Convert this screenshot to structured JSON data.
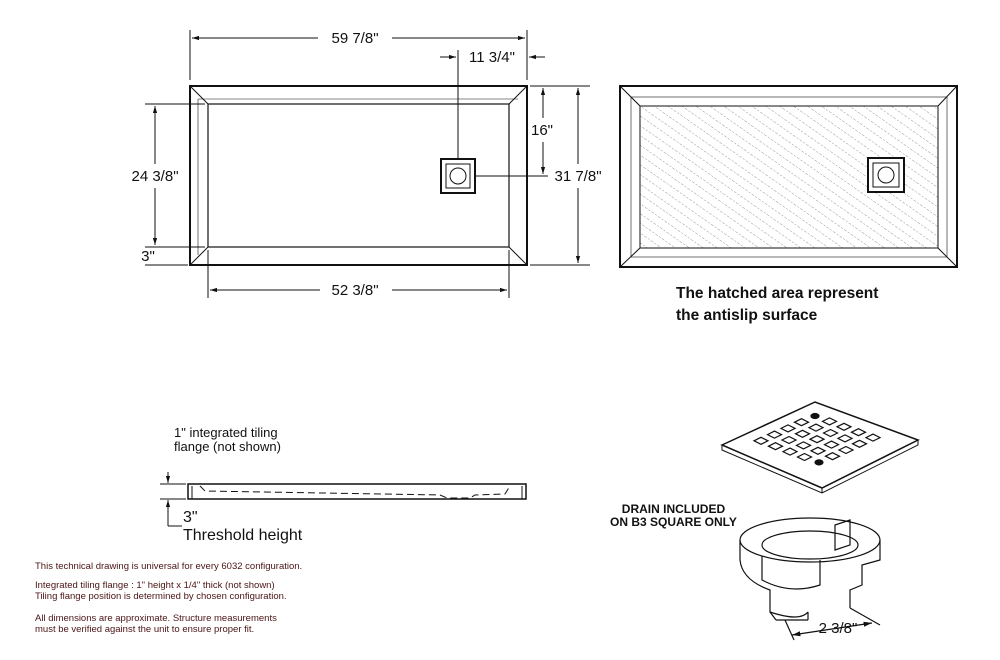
{
  "top_view": {
    "overall_length": "59 7/8\"",
    "drain_offset": "11 3/4\"",
    "drain_from_top": "16\"",
    "overall_width": "31 7/8\"",
    "inner_width": "24 3/8\"",
    "threshold": "3\"",
    "inner_length": "52 3/8\""
  },
  "hatched_view": {
    "caption_line1": "The hatched area represent",
    "caption_line2": "the antislip surface"
  },
  "side_view": {
    "flange_label_line1": "1\" integrated tiling",
    "flange_label_line2": "flange (not shown)",
    "height": "3\"",
    "height_label": "Threshold height"
  },
  "drain": {
    "label_line1": "DRAIN INCLUDED",
    "label_line2": "ON B3 SQUARE ONLY",
    "diameter": "2 3/8\""
  },
  "notes": [
    "This technical drawing is universal for every 6032 configuration.",
    "Integrated tiling flange : 1\" height x 1/4\" thick (not shown)",
    "Tiling flange position is determined by chosen configuration.",
    "All dimensions are approximate. Structure measurements",
    "must be verified against the unit to ensure proper fit."
  ],
  "colors": {
    "line": "#111111",
    "note_text": "#4a1414"
  }
}
